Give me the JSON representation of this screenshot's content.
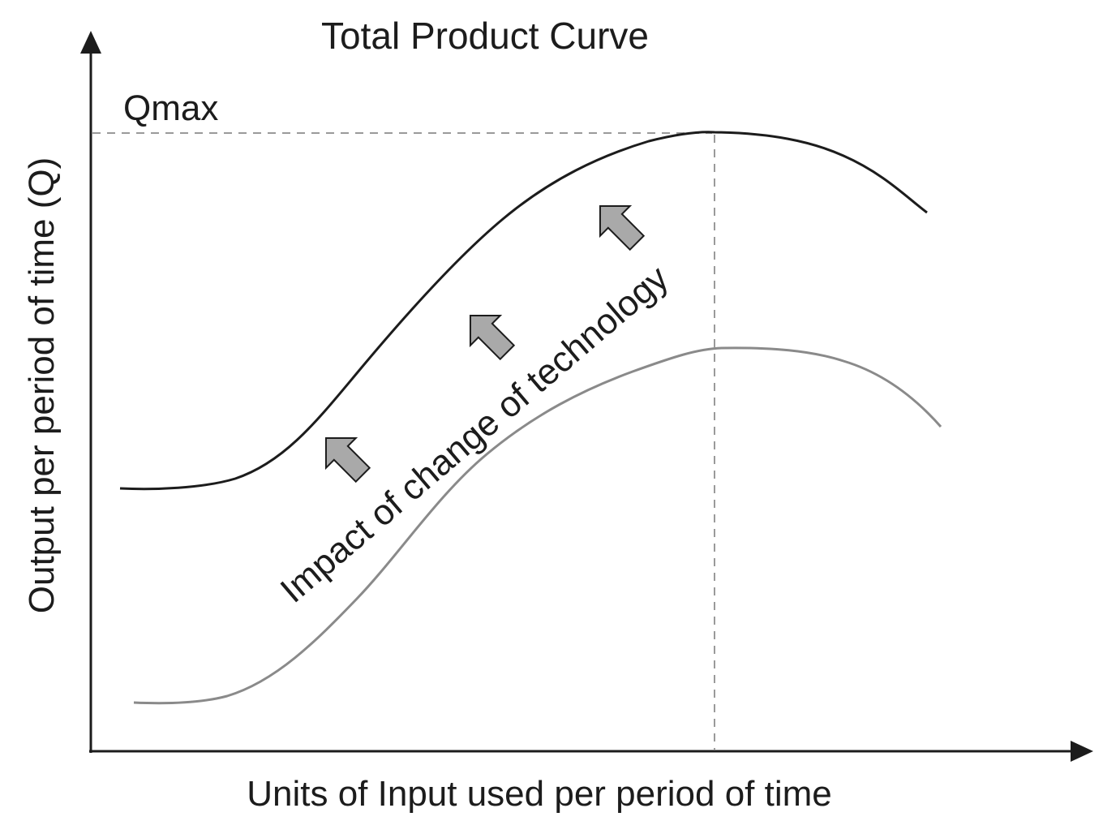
{
  "title": "Total Product Curve",
  "qmax_label": "Qmax",
  "x_axis_label": "Units of Input used per period of time",
  "y_axis_label": "Output per period of time  (Q)",
  "annotation": "Impact of change of technology",
  "colors": {
    "axis": "#1c1c1c",
    "new_curve": "#1c1c1c",
    "old_curve": "#8a8a8a",
    "guide": "#9a9a9a",
    "arrow_fill": "#a9a9a9",
    "arrow_stroke": "#1c1c1c"
  }
}
